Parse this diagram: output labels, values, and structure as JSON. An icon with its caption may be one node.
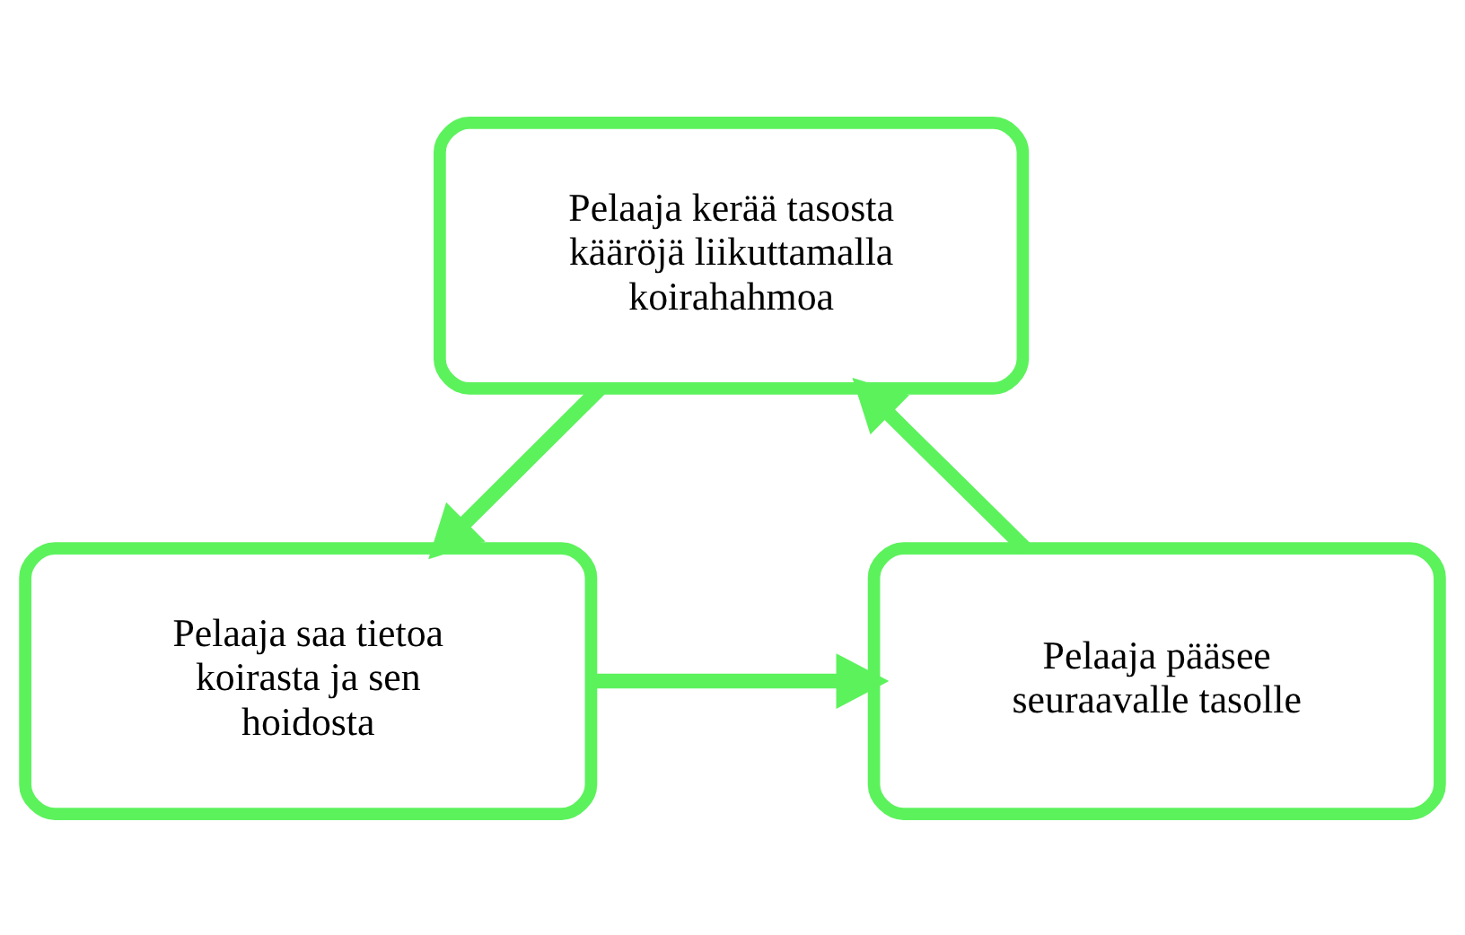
{
  "diagram": {
    "nodes": [
      {
        "text": [
          "Pelaaja kerää tasosta kääröjä liikuttamalla koirahahmoa"
        ]
      },
      {
        "text": [
          "Pelaaja saa tietoa koirasta ja sen hoidosta"
        ]
      },
      {
        "text": [
          "Pelaaja pääsee seuraavalle tasolle"
        ]
      }
    ],
    "edges": [
      {
        "from": 0,
        "to": 1,
        "arrow": "to"
      },
      {
        "from": 1,
        "to": 2,
        "arrow": "to"
      },
      {
        "from": 2,
        "to": 0,
        "arrow": "to"
      }
    ]
  }
}
